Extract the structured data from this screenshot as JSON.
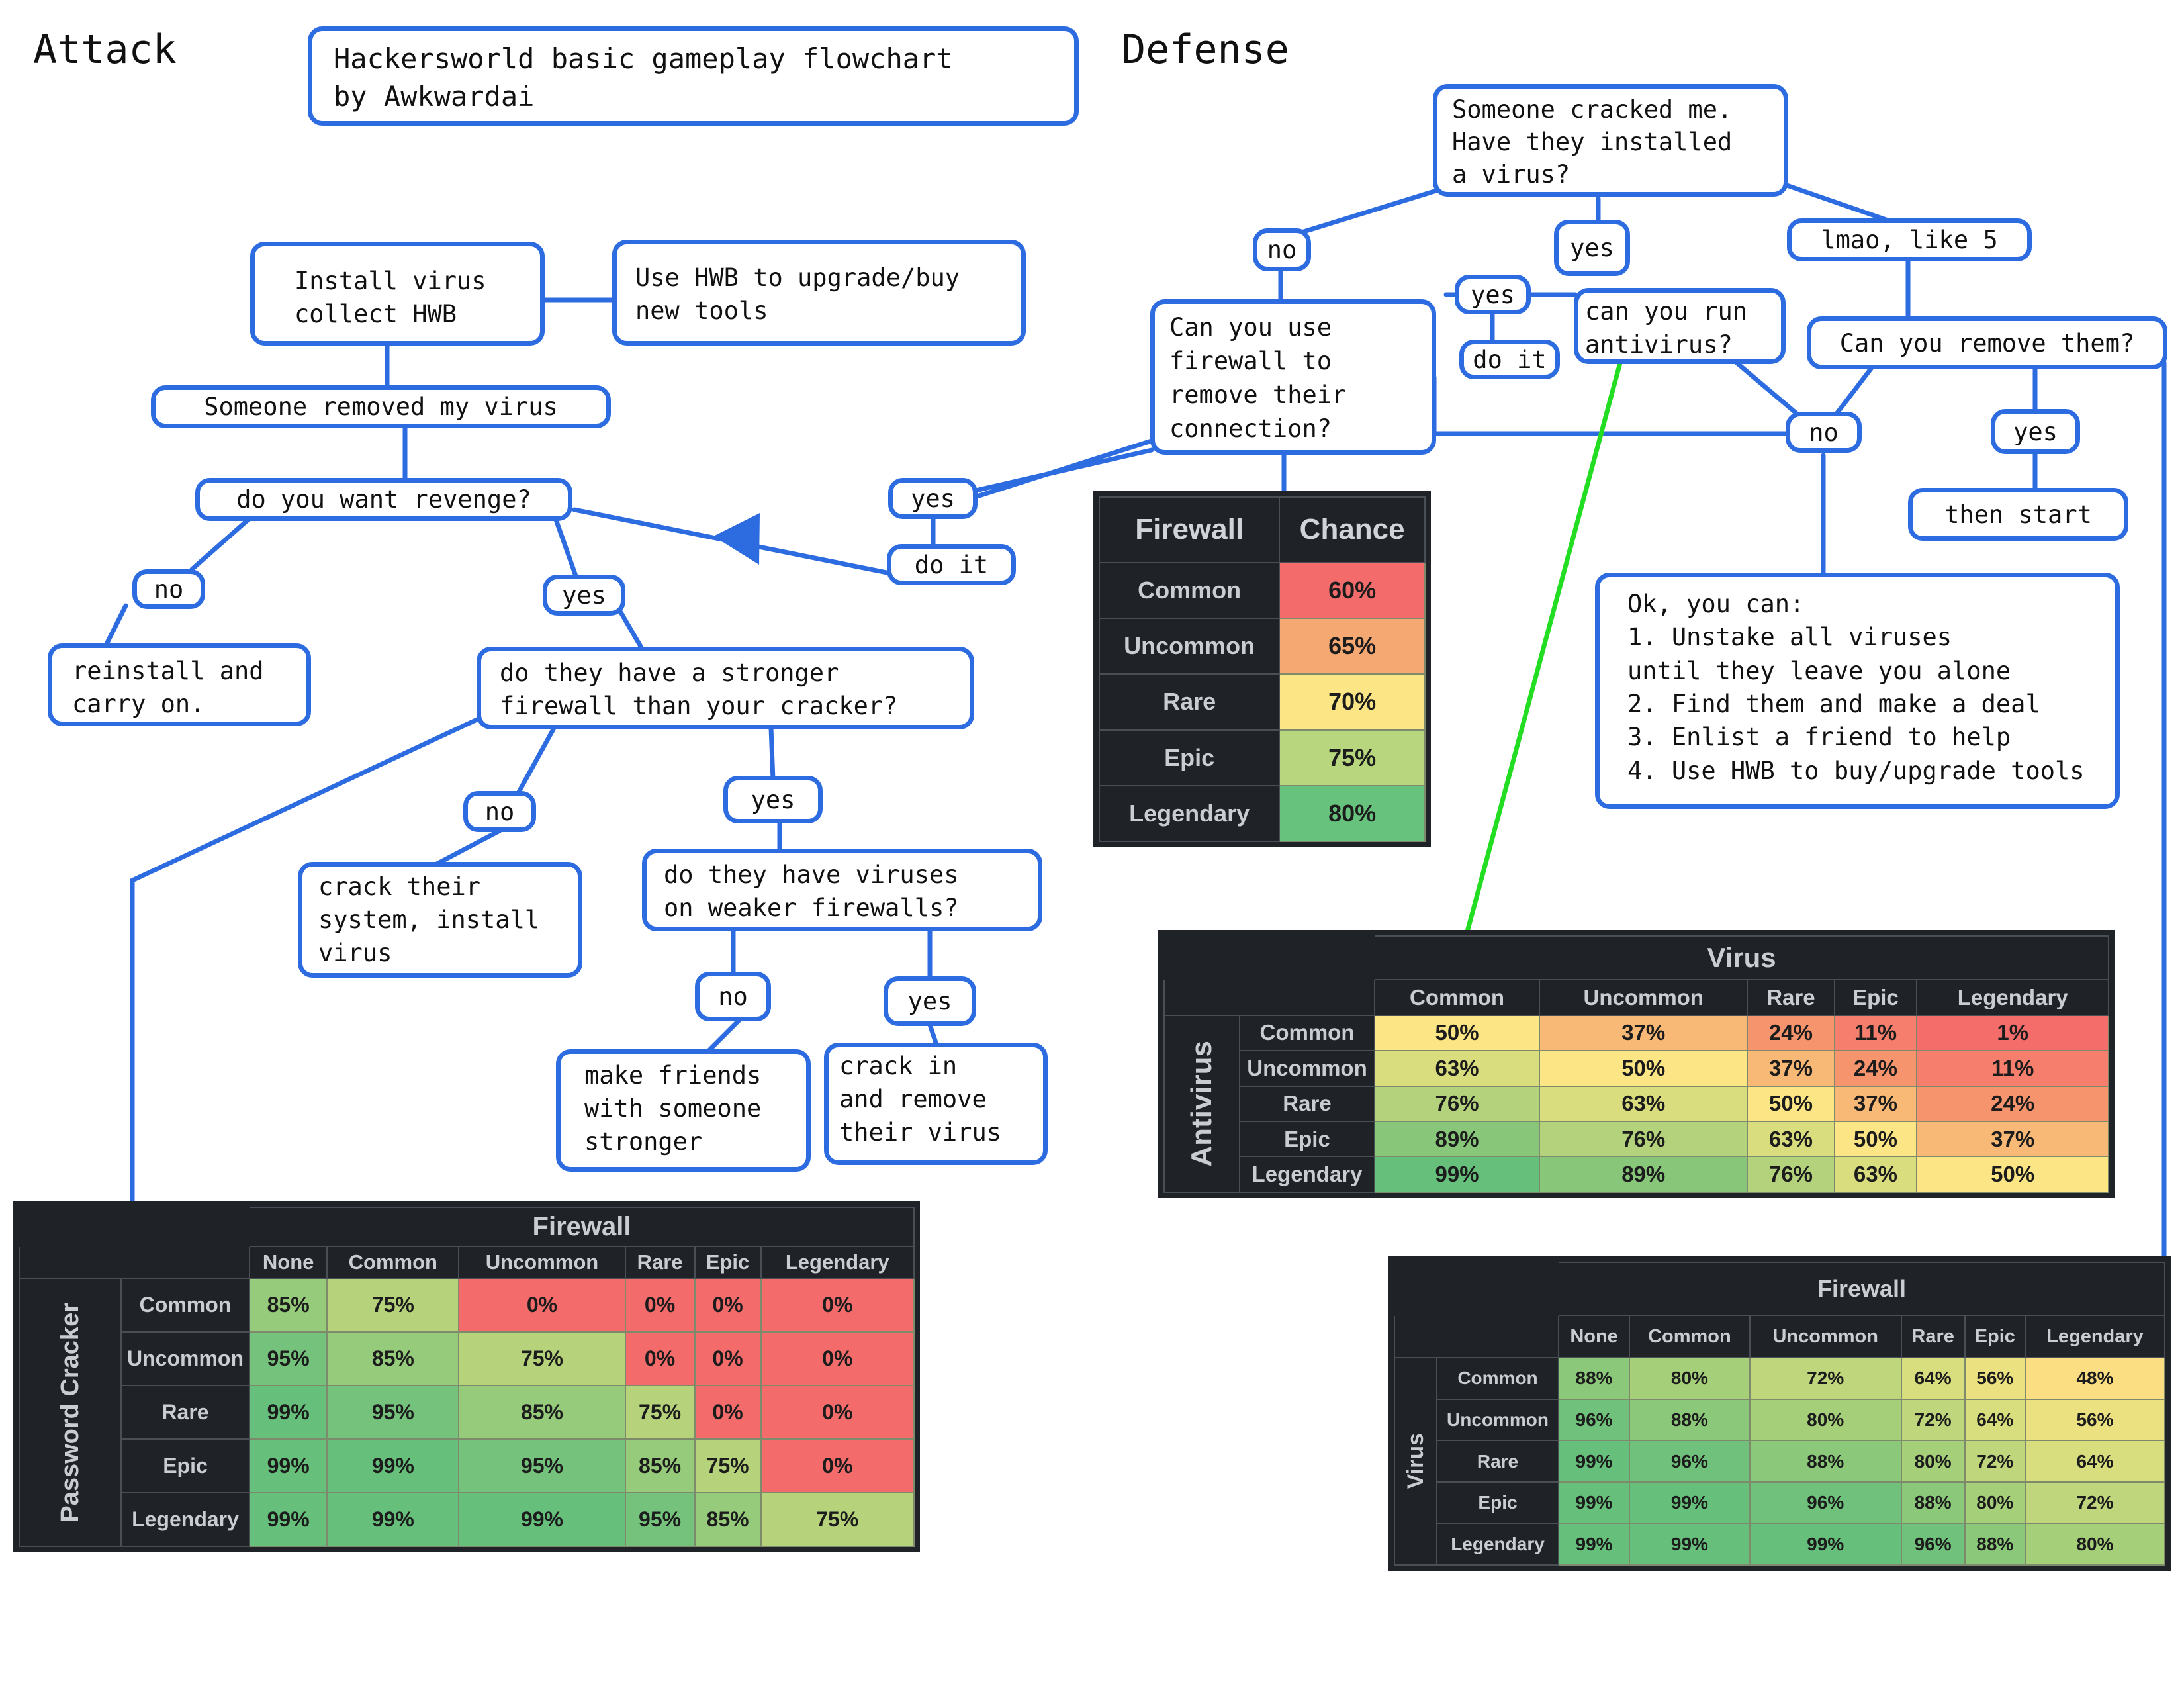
{
  "headers": {
    "attack": "Attack",
    "defense": "Defense"
  },
  "title_box": {
    "line1": "Hackersworld basic gameplay flowchart",
    "line2": "by Awkwardai"
  },
  "attack": {
    "install_virus": {
      "line1": "Install virus",
      "line2": "collect HWB"
    },
    "use_hwb": {
      "line1": "Use HWB to upgrade/buy",
      "line2": "new tools"
    },
    "removed": "Someone removed my virus",
    "revenge": "do you want revenge?",
    "no1": "no",
    "yes1": "yes",
    "reinstall": {
      "line1": "reinstall and",
      "line2": "carry on."
    },
    "stronger": {
      "line1": "do they have a stronger",
      "line2": "firewall than your cracker?"
    },
    "no2": "no",
    "yes2": "yes",
    "crack_install": {
      "line1": "crack their",
      "line2": "system, install",
      "line3": "virus"
    },
    "weaker": {
      "line1": "do they have viruses",
      "line2": "on weaker firewalls?"
    },
    "no3": "no",
    "yes3": "yes",
    "make_friends": {
      "line1": "make friends",
      "line2": "with someone",
      "line3": "stronger"
    },
    "crack_remove": {
      "line1": "crack in",
      "line2": "and remove",
      "line3": "their virus"
    }
  },
  "defense": {
    "cracked": {
      "line1": "Someone cracked me.",
      "line2": "Have they installed",
      "line3": "a virus?"
    },
    "no_a": "no",
    "yes_a": "yes",
    "lmao": "lmao, like 5",
    "firewall_q": {
      "line1": "Can you use",
      "line2": "firewall to",
      "line3": "remove their",
      "line4": "connection?"
    },
    "yes_b": "yes",
    "do_it_b": "do it",
    "antivirus_q": {
      "line1": "can you run",
      "line2": "antivirus?"
    },
    "remove_q": "Can you remove them?",
    "no_c": "no",
    "yes_c": "yes",
    "then_start": "then start",
    "yes_d": "yes",
    "do_it_d": "do it",
    "ok_box": {
      "line1": "Ok, you can:",
      "line2": "1. Unstake all viruses",
      "line3": "until they leave you alone",
      "line4": "2. Find them and make a deal",
      "line5": "3. Enlist a friend to help",
      "line6": "4. Use HWB to buy/upgrade tools"
    }
  },
  "colors": {
    "accent": "#2c6be0",
    "green_line": "#22dd22",
    "table_bg": "#1f2328"
  },
  "tables": {
    "firewall_chance": {
      "headers": [
        "Firewall",
        "Chance"
      ],
      "rows": [
        [
          "Common",
          "60%"
        ],
        [
          "Uncommon",
          "65%"
        ],
        [
          "Rare",
          "70%"
        ],
        [
          "Epic",
          "75%"
        ],
        [
          "Legendary",
          "80%"
        ]
      ],
      "colors": [
        "#f36b6b",
        "#f6a873",
        "#fbe584",
        "#b8d67e",
        "#66c27c"
      ]
    },
    "virus_antivirus": {
      "title": "Virus",
      "row_label": "Antivirus",
      "columns": [
        "Common",
        "Uncommon",
        "Rare",
        "Epic",
        "Legendary"
      ],
      "rows": [
        {
          "name": "Common",
          "values": [
            "50%",
            "37%",
            "24%",
            "11%",
            "1%"
          ]
        },
        {
          "name": "Uncommon",
          "values": [
            "63%",
            "50%",
            "37%",
            "24%",
            "11%"
          ]
        },
        {
          "name": "Rare",
          "values": [
            "76%",
            "63%",
            "50%",
            "37%",
            "24%"
          ]
        },
        {
          "name": "Epic",
          "values": [
            "89%",
            "76%",
            "63%",
            "50%",
            "37%"
          ]
        },
        {
          "name": "Legendary",
          "values": [
            "99%",
            "89%",
            "76%",
            "63%",
            "50%"
          ]
        }
      ]
    },
    "firewall_cracker": {
      "title": "Firewall",
      "row_label": "Password Cracker",
      "columns": [
        "None",
        "Common",
        "Uncommon",
        "Rare",
        "Epic",
        "Legendary"
      ],
      "rows": [
        {
          "name": "Common",
          "values": [
            "85%",
            "75%",
            "0%",
            "0%",
            "0%",
            "0%"
          ]
        },
        {
          "name": "Uncommon",
          "values": [
            "95%",
            "85%",
            "75%",
            "0%",
            "0%",
            "0%"
          ]
        },
        {
          "name": "Rare",
          "values": [
            "99%",
            "95%",
            "85%",
            "75%",
            "0%",
            "0%"
          ]
        },
        {
          "name": "Epic",
          "values": [
            "99%",
            "99%",
            "95%",
            "85%",
            "75%",
            "0%"
          ]
        },
        {
          "name": "Legendary",
          "values": [
            "99%",
            "99%",
            "99%",
            "95%",
            "85%",
            "75%"
          ]
        }
      ]
    },
    "firewall_virus": {
      "title": "Firewall",
      "row_label": "Virus",
      "columns": [
        "None",
        "Common",
        "Uncommon",
        "Rare",
        "Epic",
        "Legendary"
      ],
      "rows": [
        {
          "name": "Common",
          "values": [
            "88%",
            "80%",
            "72%",
            "64%",
            "56%",
            "48%"
          ]
        },
        {
          "name": "Uncommon",
          "values": [
            "96%",
            "88%",
            "80%",
            "72%",
            "64%",
            "56%"
          ]
        },
        {
          "name": "Rare",
          "values": [
            "99%",
            "96%",
            "88%",
            "80%",
            "72%",
            "64%"
          ]
        },
        {
          "name": "Epic",
          "values": [
            "99%",
            "99%",
            "96%",
            "88%",
            "80%",
            "72%"
          ]
        },
        {
          "name": "Legendary",
          "values": [
            "99%",
            "99%",
            "99%",
            "96%",
            "88%",
            "80%"
          ]
        }
      ]
    }
  }
}
